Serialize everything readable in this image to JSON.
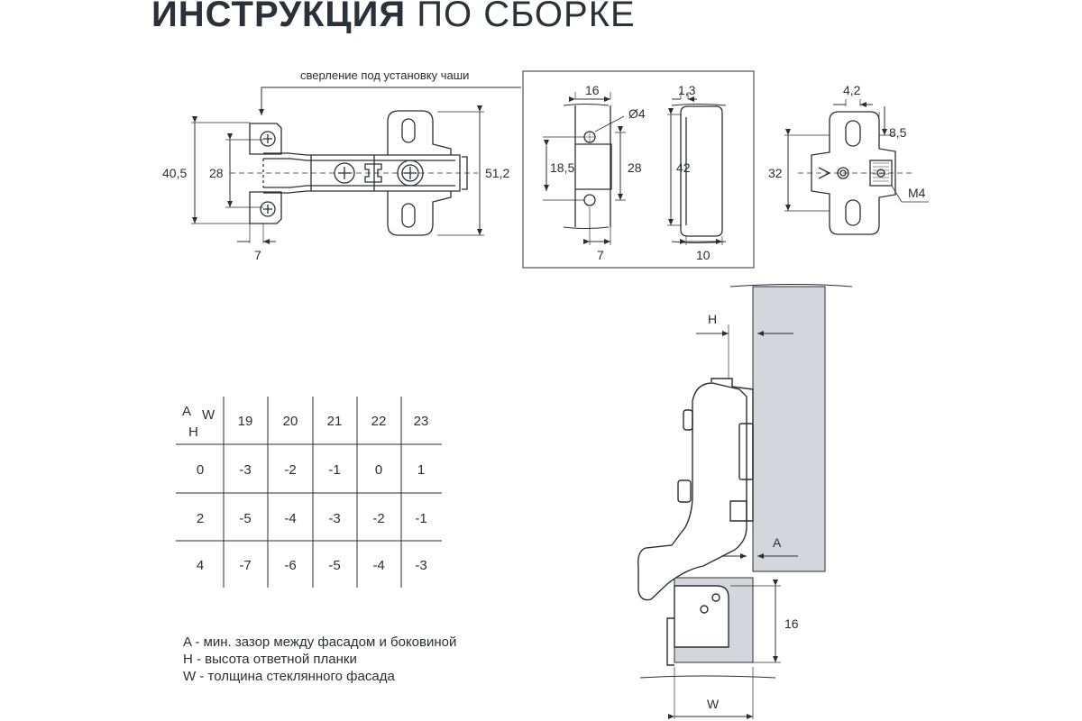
{
  "title": {
    "bold": "ИНСТРУКЦИЯ",
    "light": "ПО СБОРКЕ"
  },
  "hinge_view": {
    "drill_note": "сверление под установку чаши",
    "dims": {
      "outer_height": "40,5",
      "inner_height": "28",
      "bottom_offset": "7",
      "total_height": "51,2"
    }
  },
  "cup_detail": {
    "dims": {
      "width": "16",
      "hole_dia": "Ø4",
      "hole_spacing": "18,5",
      "height": "28",
      "offset": "7",
      "side_thickness": "1,3",
      "side_height": "42",
      "side_width": "10"
    }
  },
  "plate_view": {
    "dims": {
      "top_width": "4,2",
      "slot": "8,5",
      "height": "32",
      "thread": "M4"
    }
  },
  "table": {
    "corner": {
      "a": "A",
      "w": "W",
      "h": "H"
    },
    "columns": [
      "19",
      "20",
      "21",
      "22",
      "23"
    ],
    "rows": [
      {
        "h": "0",
        "values": [
          "-3",
          "-2",
          "-1",
          "0",
          "1"
        ]
      },
      {
        "h": "2",
        "values": [
          "-5",
          "-4",
          "-3",
          "-2",
          "-1"
        ]
      },
      {
        "h": "4",
        "values": [
          "-7",
          "-6",
          "-5",
          "-4",
          "-3"
        ]
      }
    ]
  },
  "side_view": {
    "labels": {
      "h": "H",
      "a": "A",
      "depth": "16",
      "w": "W"
    }
  },
  "legend": [
    "A - мин. зазор между фасадом и боковиной",
    "H - высота ответной планки",
    "W - толщина стеклянного фасада"
  ],
  "colors": {
    "line": "#2b2e36",
    "panel": "#d3d6da",
    "text": "#2b2e36"
  }
}
